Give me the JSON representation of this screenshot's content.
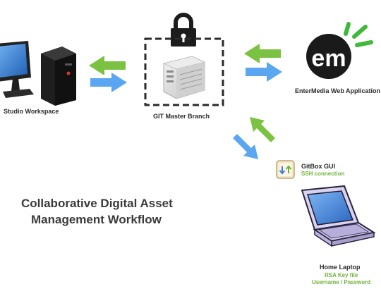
{
  "nodes": {
    "studio": {
      "label": "Studio Workspace"
    },
    "git": {
      "label": "GIT Master Branch"
    },
    "entermedia": {
      "label": "EnterMedia Web Application",
      "logo_text": "em"
    },
    "gitbox": {
      "label": "GitBox GUI",
      "sublabel": "SSH connection"
    },
    "laptop": {
      "label": "Home Laptop",
      "lines": [
        "RSA Key file",
        "Username / Password"
      ]
    }
  },
  "title": {
    "line1": "Collaborative Digital Asset",
    "line2": "Management  Workflow"
  },
  "colors": {
    "green_arrow": "#7cc242",
    "blue_arrow": "#5aa6f0",
    "dark": "#1c1c1c",
    "monitor_screen": "#3d86d8",
    "laptop_body": "#cfc7ea",
    "accent_green": "#6fb33a"
  },
  "icons": {
    "studio": "desktop-computer-icon",
    "git": "server-icon",
    "lock": "padlock-icon",
    "gitbox": "gitbox-app-icon",
    "laptop": "laptop-icon"
  }
}
